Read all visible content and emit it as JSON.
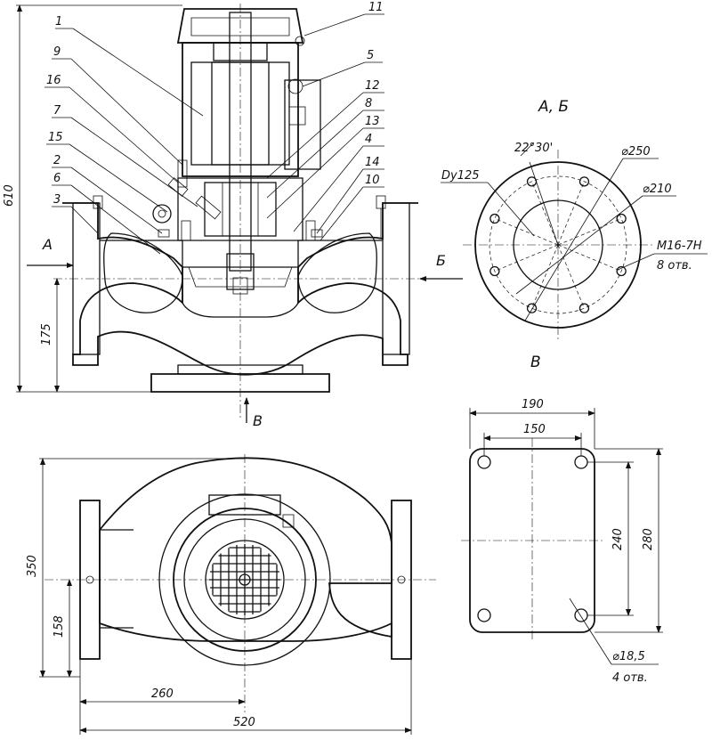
{
  "sections": {
    "view_ab": "А, Б",
    "view_v": "В",
    "arrow_a": "А",
    "arrow_b": "Б",
    "arrow_v": "В"
  },
  "leaders": [
    "1",
    "9",
    "16",
    "7",
    "15",
    "2",
    "6",
    "3",
    "11",
    "5",
    "12",
    "8",
    "13",
    "4",
    "14",
    "10"
  ],
  "dims_front": {
    "height_total": "610",
    "axis_height": "175"
  },
  "dims_top": {
    "depth": "350",
    "axis_offset": "158",
    "half_length": "260",
    "length": "520"
  },
  "flange": {
    "dn": "Dy125",
    "angle": "22°30'",
    "d_outer": "⌀250",
    "d_bolt": "⌀210",
    "thread": "M16-7H",
    "holes": "8 отв."
  },
  "base": {
    "width_outer": "190",
    "width_holes": "150",
    "len_holes": "240",
    "len_outer": "280",
    "hole_d": "⌀18,5",
    "hole_count": "4 отв."
  }
}
